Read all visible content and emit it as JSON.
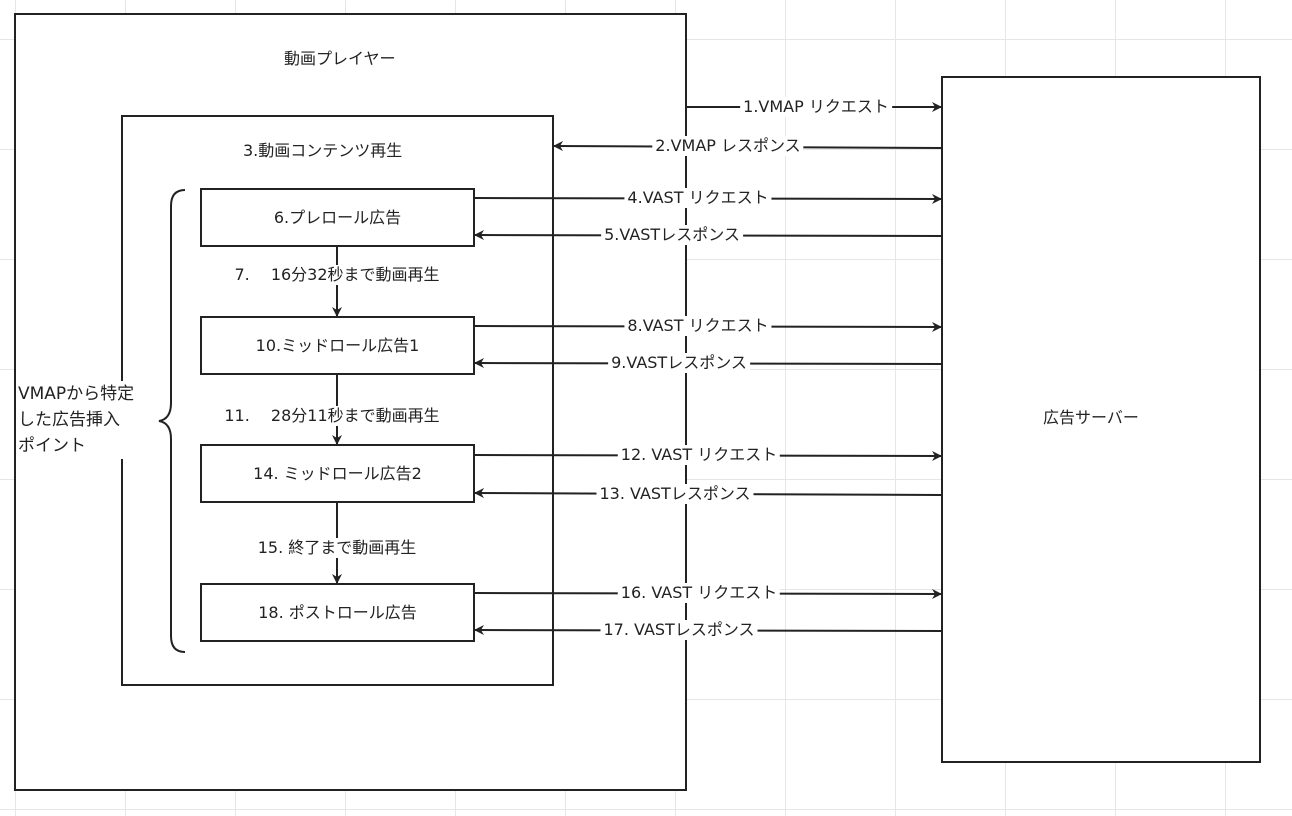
{
  "player": {
    "title": "動画プレイヤー"
  },
  "content": {
    "title": "3.動画コンテンツ再生"
  },
  "ad_server": {
    "title": "広告サーバー"
  },
  "ads": {
    "preroll": "6.プレロール広告",
    "midroll1": "10.ミッドロール広告1",
    "midroll2": "14. ミッドロール広告2",
    "postroll": "18. ポストロール広告"
  },
  "playback": {
    "step7": "7.　 16分32秒まで動画再生",
    "step11": "11.　 28分11秒まで動画再生",
    "step15": "15. 終了まで動画再生"
  },
  "brace_note": [
    "VMAPから特定",
    "した広告挿入",
    "ポイント"
  ],
  "messages": {
    "m1": "1.VMAP リクエスト",
    "m2": "2.VMAP レスポンス",
    "m4": "4.VAST リクエスト",
    "m5": "5.VASTレスポンス",
    "m8": "8.VAST リクエスト",
    "m9": "9.VASTレスポンス",
    "m12": "12. VAST リクエスト",
    "m13": "13. VASTレスポンス",
    "m16": "16. VAST リクエスト",
    "m17": "17. VASTレスポンス"
  }
}
